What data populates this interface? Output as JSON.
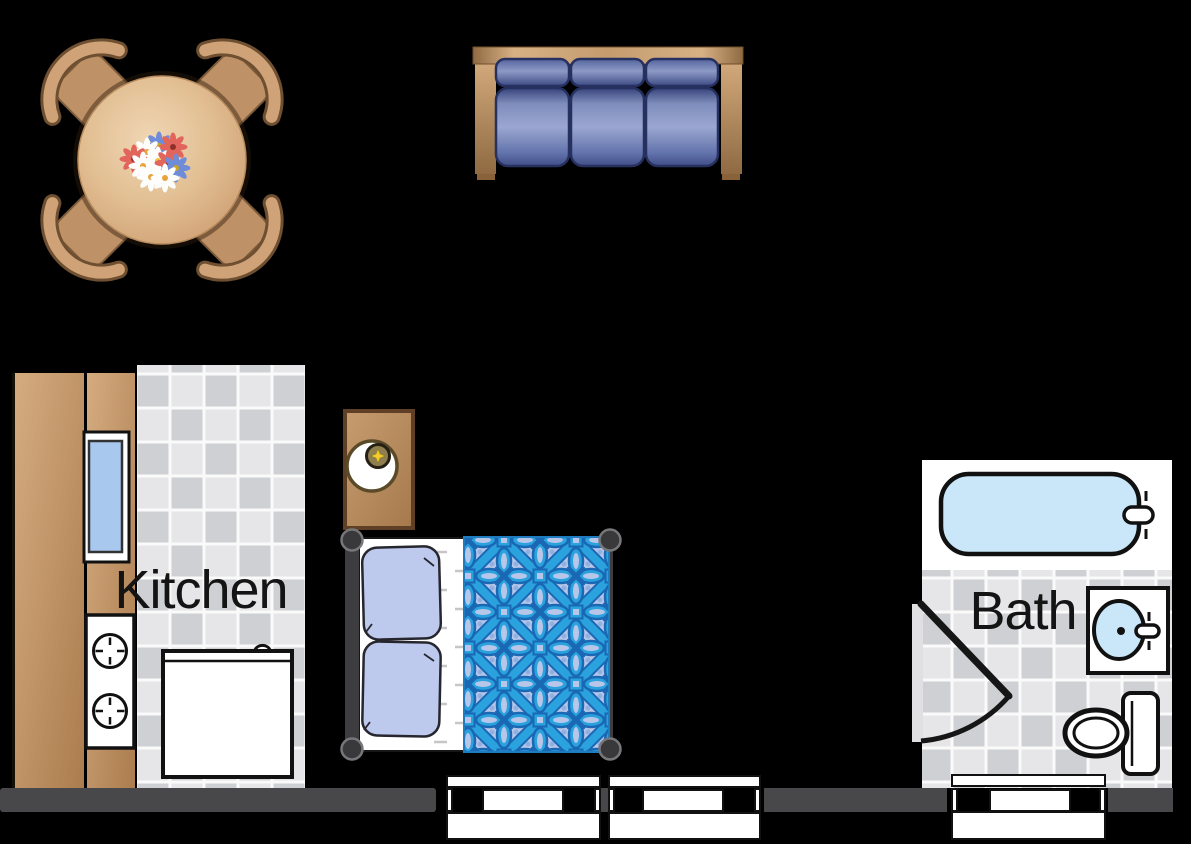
{
  "page": {
    "type": "studio-apartment-floor-plan",
    "background": "#000000"
  },
  "labels": {
    "kitchen": "Kitchen",
    "bath": "Bath"
  },
  "rooms": [
    {
      "name": "kitchen",
      "label": "Kitchen",
      "features": [
        "wood-counter",
        "window",
        "stove-two-burners",
        "refrigerator",
        "tiled-floor"
      ]
    },
    {
      "name": "living-area",
      "features": [
        "round-dining-table",
        "four-chairs",
        "flower-bouquet",
        "three-seat-sofa"
      ]
    },
    {
      "name": "sleeping-area",
      "features": [
        "nightstand",
        "lamp",
        "bed-frame",
        "two-pillows",
        "fringed-sheet",
        "patterned-quilt"
      ]
    },
    {
      "name": "bath",
      "label": "Bath",
      "features": [
        "bathtub",
        "faucet",
        "sink",
        "toilet",
        "door-swing",
        "tiled-floor"
      ]
    }
  ],
  "window_symbols_in_bottom_wall": 3,
  "colors": {
    "background": "#000000",
    "wood_light": "#d7b084",
    "wood_mid": "#c49c6e",
    "wood_dark": "#8f6a42",
    "table_top": "#e2bf93",
    "cushion_blue_light": "#9ba7d1",
    "cushion_blue_dark": "#36437c",
    "cushion_border": "#26315f",
    "tile_light": "#e6e6e8",
    "tile_dark": "#cfd0d3",
    "tile_grout": "#fafafa",
    "window_glass": "#a8c8ee",
    "pillow_periwinkle": "#bdc9ed",
    "quilt_cyan": "#2aa2de",
    "quilt_navy": "#1a67b4",
    "quilt_periwinkle": "#b7c6e9",
    "fixture_light_blue": "#c9e7f8",
    "wall_gray": "#48484a",
    "bed_frame_gray": "#3d3d3f",
    "outline_black": "#111111",
    "flower_red": "#e2655c",
    "flower_blue": "#6f8cd8",
    "flower_white": "#fdfdfb",
    "flower_center": "#e8a33c",
    "lamp_sparkle": "#f2cd2a"
  }
}
